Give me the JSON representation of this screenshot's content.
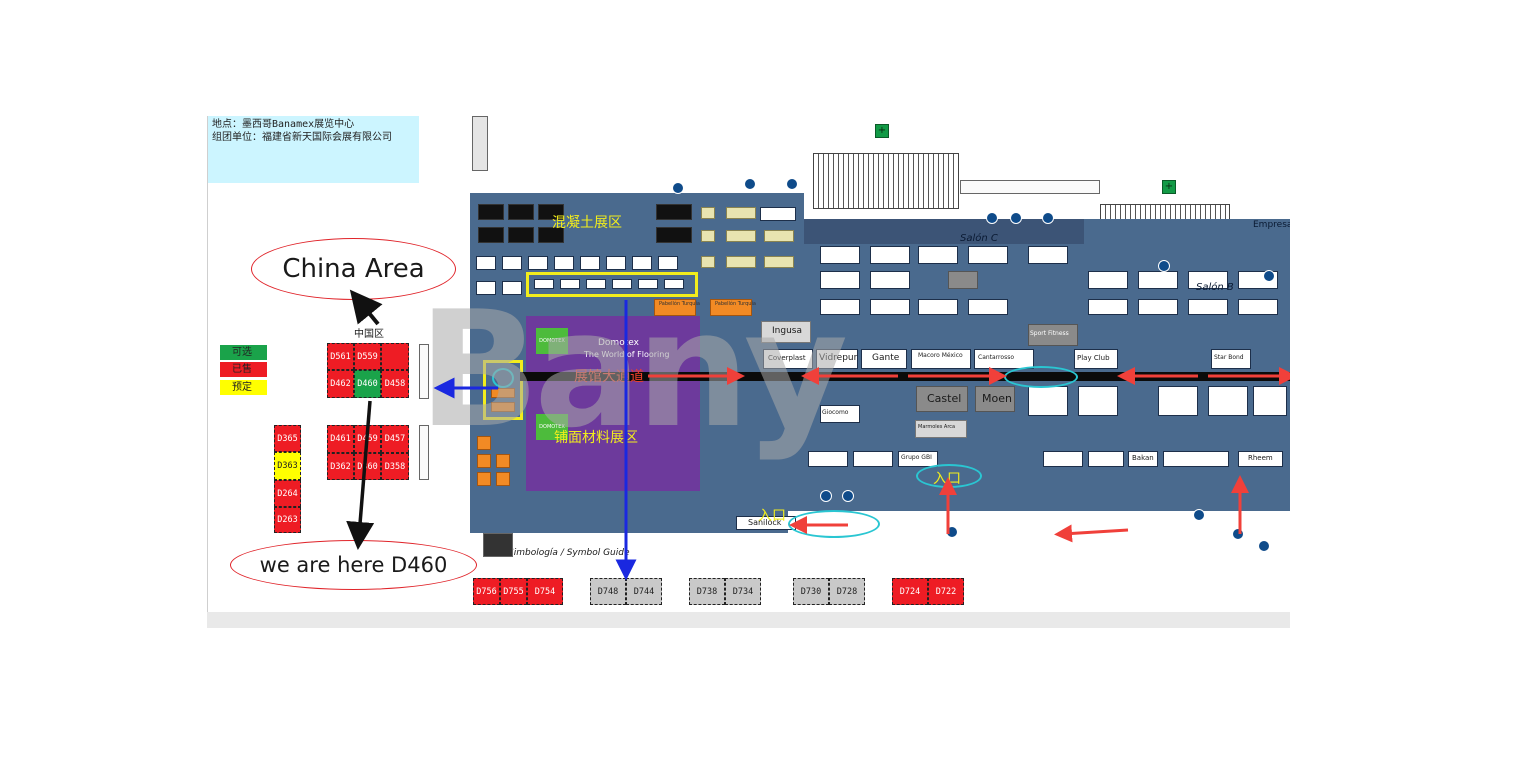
{
  "header": {
    "location_line": "地点：墨西哥Banamex展览中心",
    "organizer_line": "组团单位：福建省新天国际会展有限公司"
  },
  "annotations": {
    "china_area": "China Area",
    "we_are_here": "we are  here  D460",
    "china_zone_small": "中国区"
  },
  "legend": [
    {
      "label": "可选",
      "color": "#1aa34a"
    },
    {
      "label": "已售",
      "color": "#ee1c24"
    },
    {
      "label": "预定",
      "color": "#ffff00"
    }
  ],
  "booths_block_a": [
    {
      "id": "D561",
      "status": "sold"
    },
    {
      "id": "D559",
      "status": "sold"
    },
    {
      "id": "",
      "status": "sold"
    },
    {
      "id": "D462",
      "status": "sold"
    },
    {
      "id": "D460",
      "status": "available"
    },
    {
      "id": "D458",
      "status": "sold"
    }
  ],
  "booths_block_b": [
    {
      "id": "D461",
      "status": "sold"
    },
    {
      "id": "D459",
      "status": "sold"
    },
    {
      "id": "D457",
      "status": "sold"
    },
    {
      "id": "D362",
      "status": "sold"
    },
    {
      "id": "D360",
      "status": "sold"
    },
    {
      "id": "D358",
      "status": "sold"
    }
  ],
  "booths_column": [
    {
      "id": "D365",
      "status": "sold"
    },
    {
      "id": "D363",
      "status": "reserved"
    },
    {
      "id": "D264",
      "status": "sold"
    },
    {
      "id": "D263",
      "status": "sold"
    }
  ],
  "booths_bottom": [
    {
      "id": "D756",
      "status": "sold"
    },
    {
      "id": "D755",
      "status": "sold"
    },
    {
      "id": "D754",
      "status": "sold"
    },
    {
      "id": "D748",
      "status": "gray"
    },
    {
      "id": "D744",
      "status": "gray"
    },
    {
      "id": "D738",
      "status": "gray"
    },
    {
      "id": "D734",
      "status": "gray"
    },
    {
      "id": "D730",
      "status": "gray"
    },
    {
      "id": "D728",
      "status": "gray"
    },
    {
      "id": "D724",
      "status": "sold"
    },
    {
      "id": "D722",
      "status": "sold"
    }
  ],
  "zones": {
    "concrete": "混凝土展区",
    "main_aisle": "展馆大通道",
    "floor_materials": "铺面材料展区",
    "entrance_1": "入口",
    "entrance_2": "入口",
    "salon_c": "Salón C",
    "salon_b": "Salón B",
    "empresa": "Empresas",
    "symbol_guide": "Simbología / Symbol Guide"
  },
  "domotex": {
    "logo_top": "DOMOTEX",
    "logo_bottom": "DOMOTEX",
    "title_1": "Domotex",
    "title_2": "The World of Flooring"
  },
  "pavilions": [
    "Pabellón Turquía",
    "Pabellón Turquía"
  ],
  "exhibitors": {
    "ingusa": "Ingusa",
    "coverplast": "Coverplast",
    "vidrepur": "Vidrepur",
    "gante": "Gante",
    "castel": "Castel",
    "moen": "Moen",
    "macoro": "Macoro México",
    "cantaro": "Cantarrosso",
    "sport": "Sport Fitness",
    "play": "Play Club",
    "grupo": "Grupo GBI",
    "bakan": "Bakan",
    "rheem": "Rheem",
    "sanilock": "Sanilock",
    "giocomo": "Giocomo",
    "marmoles": "Marmoles Arca",
    "star": "Star Bond"
  },
  "watermark": "Bany",
  "colors": {
    "hall": "#4a6a8e",
    "sold": "#ee1c24",
    "available": "#1aa34a",
    "reserved": "#ffff00",
    "annotation_red": "#e0242a",
    "arrow_blue": "#1a28e0",
    "purple_zone": "#6d3a9c"
  }
}
